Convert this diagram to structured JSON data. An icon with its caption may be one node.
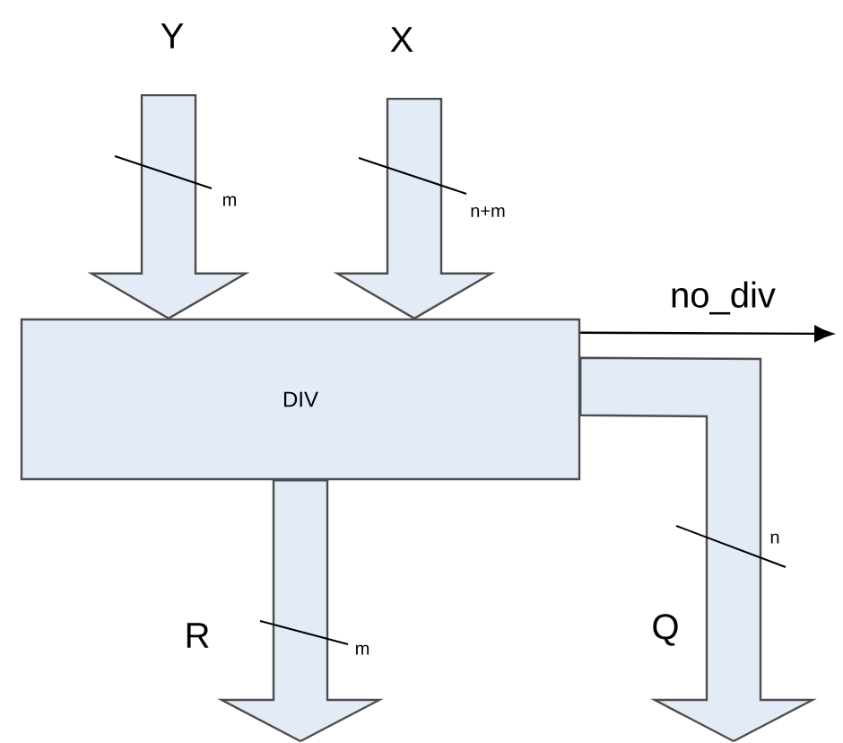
{
  "diagram": {
    "nodes": [
      {
        "text": [
          "DIV"
        ]
      },
      {
        "text": [
          "Y"
        ]
      },
      {
        "text": [
          "X"
        ]
      }
    ],
    "edges": [
      {
        "from": 1,
        "to": 0,
        "arrow": "to",
        "label": "m",
        "style": "thick"
      },
      {
        "from": 2,
        "to": 0,
        "arrow": "to",
        "label": "n+m",
        "style": "thick"
      },
      {
        "from": 0,
        "to": null,
        "arrow": "to",
        "label": "no_div",
        "color": "#000000"
      },
      {
        "from": 0,
        "to": null,
        "arrow": "to",
        "label": "m",
        "style": "thick"
      },
      {
        "from": 0,
        "to": null,
        "arrow": "to",
        "label": "n",
        "style": "thick"
      }
    ],
    "labels": [
      "R",
      "Q"
    ]
  }
}
